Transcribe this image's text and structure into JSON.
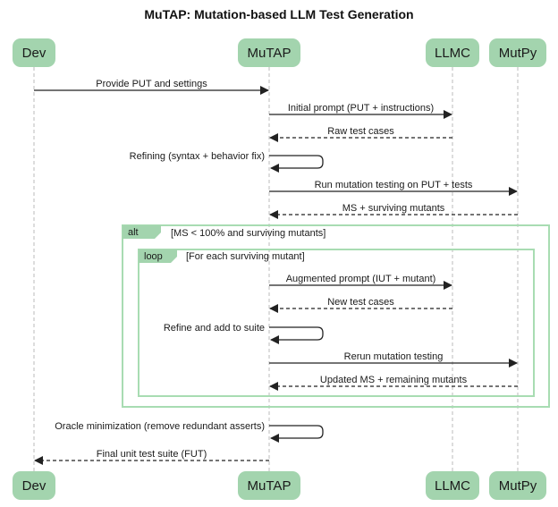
{
  "diagram": {
    "title": "MuTAP: Mutation-based LLM Test Generation",
    "type": "sequence",
    "colors": {
      "actor_fill": "#a3d4ae",
      "frame_stroke": "#a8dcb2",
      "frame_tab": "#a3d4ae",
      "lifeline": "#bbbbbb",
      "arrow": "#222222"
    },
    "actors": [
      {
        "id": "dev",
        "label": "Dev"
      },
      {
        "id": "mutap",
        "label": "MuTAP"
      },
      {
        "id": "llmc",
        "label": "LLMC"
      },
      {
        "id": "mutpy",
        "label": "MutPy"
      }
    ],
    "messages": [
      {
        "from": "dev",
        "to": "mutap",
        "label": "Provide PUT and settings",
        "style": "solid"
      },
      {
        "from": "mutap",
        "to": "llmc",
        "label": "Initial prompt (PUT + instructions)",
        "style": "solid"
      },
      {
        "from": "llmc",
        "to": "mutap",
        "label": "Raw test cases",
        "style": "dashed"
      },
      {
        "from": "mutap",
        "to": "mutap",
        "label": "Refining (syntax + behavior fix)",
        "style": "self"
      },
      {
        "from": "mutap",
        "to": "mutpy",
        "label": "Run mutation testing on PUT + tests",
        "style": "solid"
      },
      {
        "from": "mutpy",
        "to": "mutap",
        "label": "MS + surviving mutants",
        "style": "dashed"
      },
      {
        "from": "mutap",
        "to": "llmc",
        "label": "Augmented prompt (IUT + mutant)",
        "style": "solid"
      },
      {
        "from": "llmc",
        "to": "mutap",
        "label": "New test cases",
        "style": "dashed"
      },
      {
        "from": "mutap",
        "to": "mutap",
        "label": "Refine and add to suite",
        "style": "self"
      },
      {
        "from": "mutap",
        "to": "mutpy",
        "label": "Rerun mutation testing",
        "style": "solid"
      },
      {
        "from": "mutpy",
        "to": "mutap",
        "label": "Updated MS + remaining mutants",
        "style": "dashed"
      },
      {
        "from": "mutap",
        "to": "mutap",
        "label": "Oracle minimization (remove redundant asserts)",
        "style": "self"
      },
      {
        "from": "mutap",
        "to": "dev",
        "label": "Final unit test suite (FUT)",
        "style": "dashed"
      }
    ],
    "frames": [
      {
        "kind": "alt",
        "condition": "[MS < 100% and surviving mutants]"
      },
      {
        "kind": "loop",
        "condition": "[For each surviving mutant]"
      }
    ]
  }
}
